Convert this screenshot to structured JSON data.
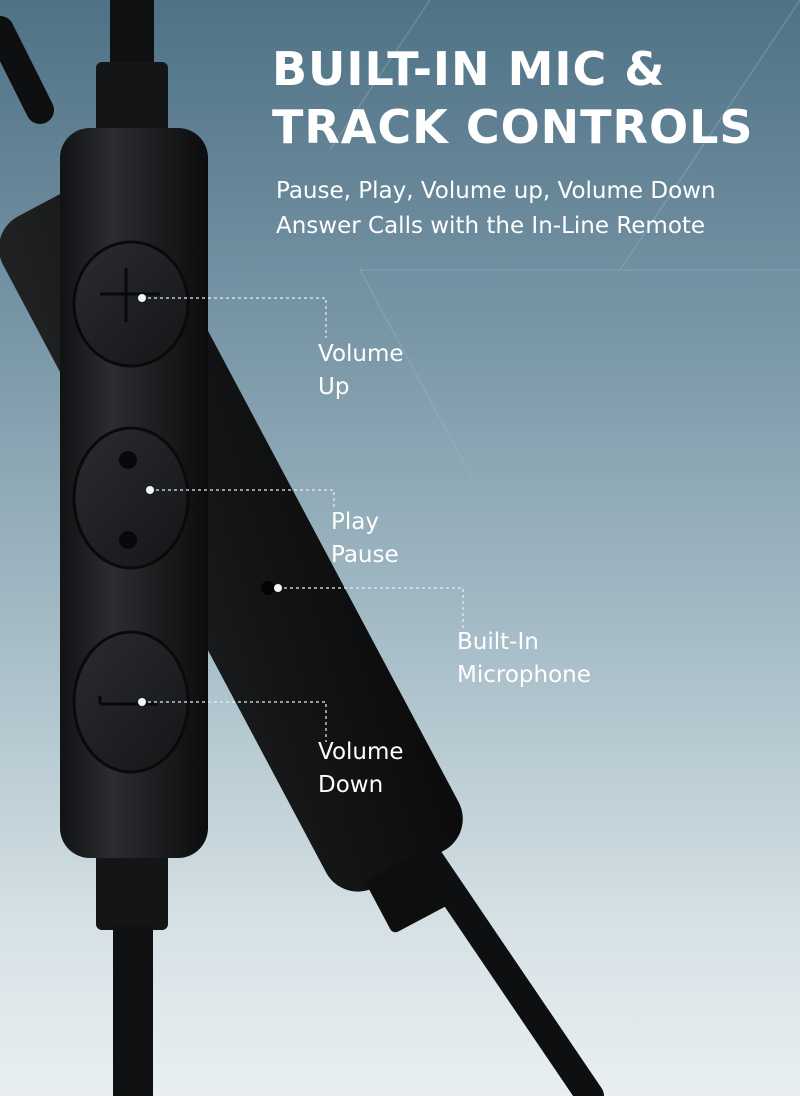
{
  "headline": {
    "line1": "BUILT-IN MIC &",
    "line2": "TRACK CONTROLS"
  },
  "subtitle": {
    "line1": "Pause, Play, Volume up, Volume Down",
    "line2": "Answer Calls with the In-Line Remote"
  },
  "callouts": {
    "volume_up": {
      "line1": "Volume",
      "line2": "Up"
    },
    "play_pause": {
      "line1": "Play",
      "line2": "Pause"
    },
    "microphone": {
      "line1": "Built-In",
      "line2": "Microphone"
    },
    "volume_down": {
      "line1": "Volume",
      "line2": "Down"
    }
  },
  "colors": {
    "background_top": "#4f7286",
    "background_bottom": "#e9eff1",
    "remote_body": "#1c1d1f",
    "text": "#ffffff"
  }
}
